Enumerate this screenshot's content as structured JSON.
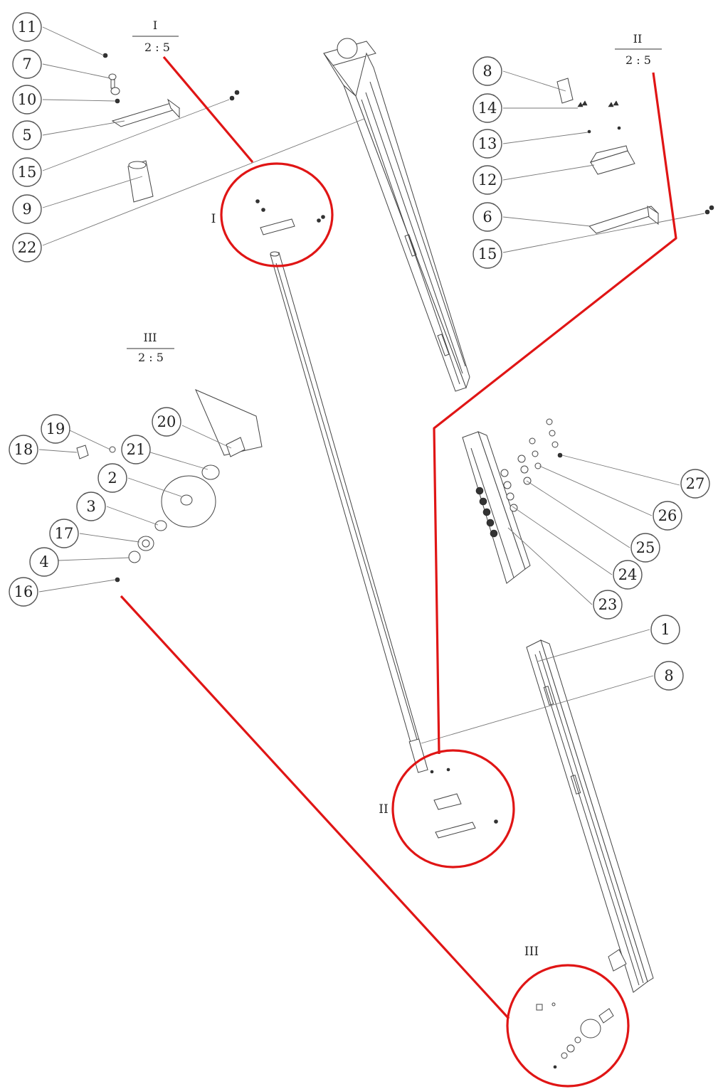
{
  "scale_labels": [
    {
      "id": "I",
      "ratio": "2 : 5"
    },
    {
      "id": "II",
      "ratio": "2 : 5"
    },
    {
      "id": "III",
      "ratio": "2 : 5"
    }
  ],
  "detail_callouts": [
    "I",
    "II",
    "III"
  ],
  "part_numbers": {
    "detail_I": [
      "11",
      "7",
      "10",
      "5",
      "15",
      "9",
      "22"
    ],
    "detail_II": [
      "8",
      "14",
      "13",
      "12",
      "6",
      "15"
    ],
    "detail_III": [
      "19",
      "18",
      "20",
      "21",
      "2",
      "3",
      "17",
      "4",
      "16"
    ],
    "rail": [
      "27",
      "26",
      "25",
      "24",
      "23",
      "1",
      "8"
    ]
  },
  "colors": {
    "callout_line": "#e01515",
    "line_art": "#444444",
    "background": "#ffffff"
  }
}
